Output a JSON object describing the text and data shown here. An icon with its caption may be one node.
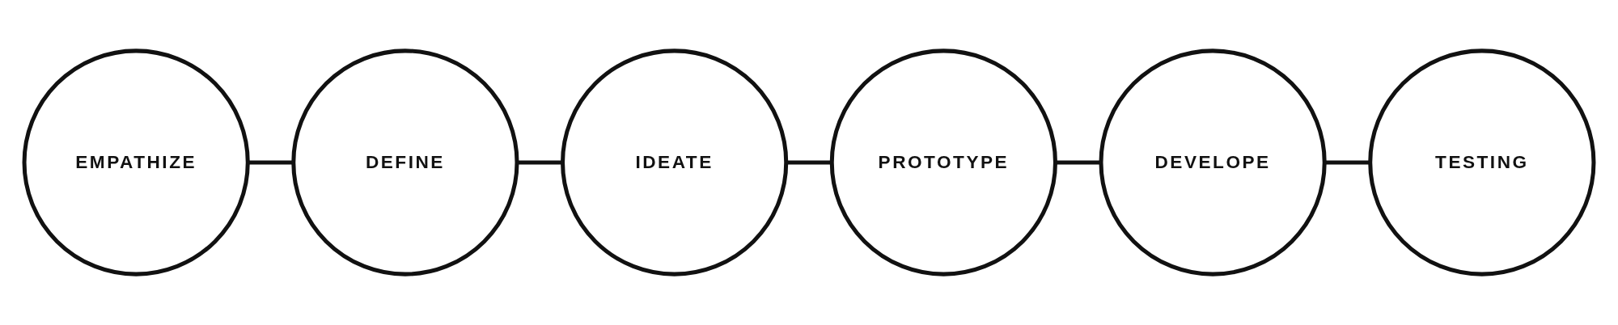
{
  "diagram": {
    "nodes": [
      {
        "text": [
          "EMPATHIZE"
        ]
      },
      {
        "text": [
          "DEFINE"
        ]
      },
      {
        "text": [
          "IDEATE"
        ]
      },
      {
        "text": [
          "PROTOTYPE"
        ]
      },
      {
        "text": [
          "DEVELOPE"
        ]
      },
      {
        "text": [
          "TESTING"
        ]
      }
    ],
    "edges": [
      {
        "from": 0,
        "to": 1,
        "arrow": "none"
      },
      {
        "from": 1,
        "to": 2,
        "arrow": "none"
      },
      {
        "from": 2,
        "to": 3,
        "arrow": "none"
      },
      {
        "from": 3,
        "to": 4,
        "arrow": "none"
      },
      {
        "from": 4,
        "to": 5,
        "arrow": "none"
      }
    ]
  }
}
